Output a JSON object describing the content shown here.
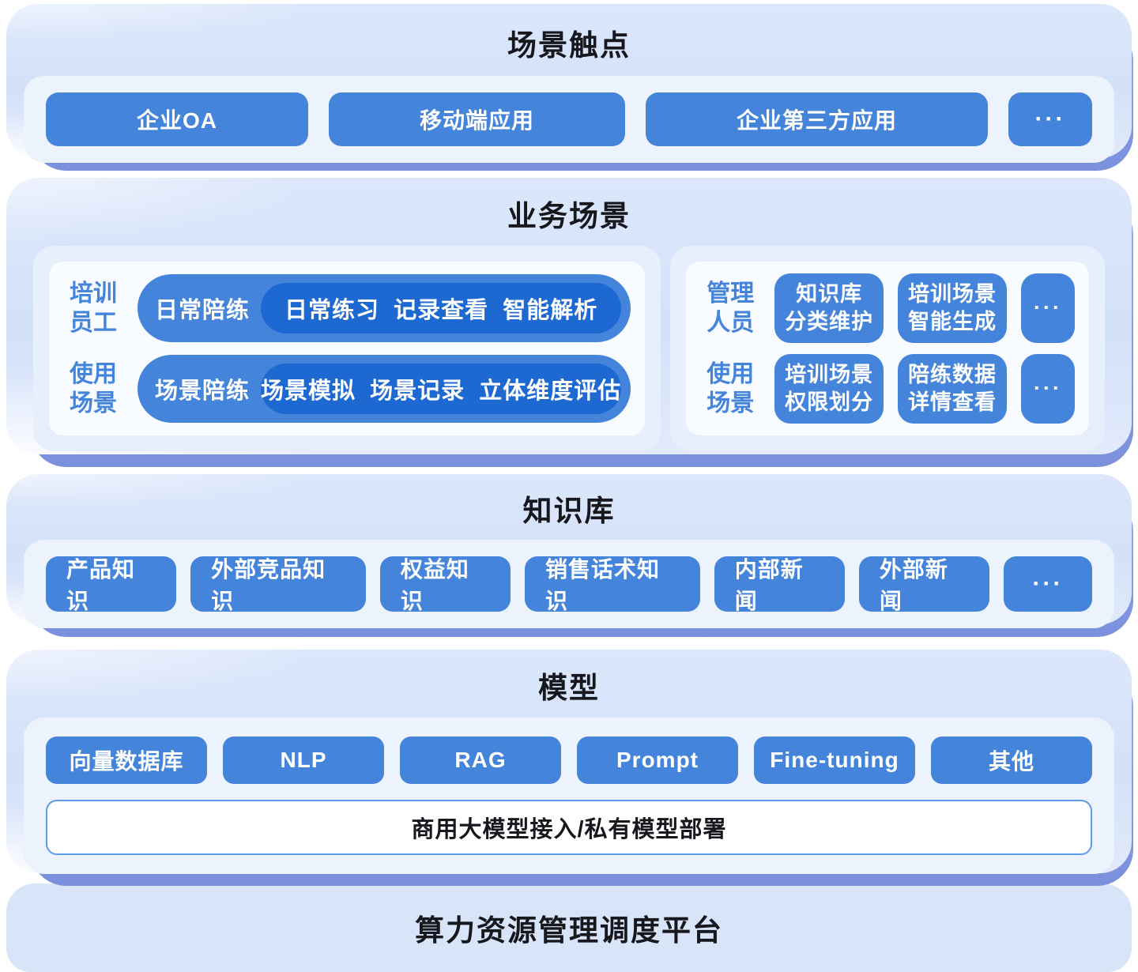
{
  "colors": {
    "button_blue": "#4584DB",
    "dark_pill_blue": "#1E68D1",
    "back_layer_blue": "#7B90DD",
    "section_bg_blue": "#D5E2F9",
    "panel_bg": "#ECF3FD",
    "platform_bg": "#D8E5F9",
    "model_bar_border": "#5F9CE7",
    "label_blue": "#4584DB",
    "title_text": "#16181D"
  },
  "sections": {
    "touchpoints": {
      "title": "场景触点",
      "buttons": [
        "企业OA",
        "移动端应用",
        "企业第三方应用"
      ],
      "more": "···"
    },
    "business": {
      "title": "业务场景",
      "left": {
        "rows": [
          {
            "label": "培训\n员工",
            "pill_label": "日常陪练",
            "pill_items": "日常练习  记录查看  智能解析"
          },
          {
            "label": "使用\n场景",
            "pill_label": "场景陪练",
            "pill_items": "场景模拟  场景记录  立体维度评估"
          }
        ]
      },
      "right": {
        "rows": [
          {
            "label": "管理\n人员",
            "buttons": [
              "知识库\n分类维护",
              "培训场景\n智能生成"
            ],
            "more": "···"
          },
          {
            "label": "使用\n场景",
            "buttons": [
              "培训场景\n权限划分",
              "陪练数据\n详情查看"
            ],
            "more": "···"
          }
        ]
      }
    },
    "knowledge": {
      "title": "知识库",
      "buttons": [
        "产品知识",
        "外部竞品知识",
        "权益知识",
        "销售话术知识",
        "内部新闻",
        "外部新闻"
      ],
      "more": "···"
    },
    "model": {
      "title": "模型",
      "buttons": [
        "向量数据库",
        "NLP",
        "RAG",
        "Prompt",
        "Fine-tuning",
        "其他"
      ],
      "bar": "商用大模型接入/私有模型部署"
    },
    "platform": {
      "title": "算力资源管理调度平台"
    }
  }
}
